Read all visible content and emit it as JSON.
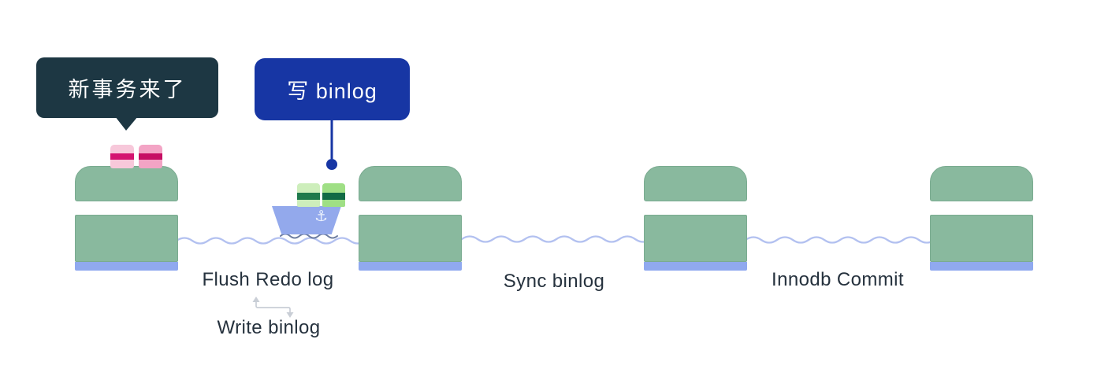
{
  "callouts": {
    "new_transaction": {
      "text": "新事务来了"
    },
    "write_binlog": {
      "text": "写 binlog"
    }
  },
  "stages": {
    "flush_redo": "Flush Redo log",
    "write_binlog": "Write binlog",
    "sync_binlog": "Sync binlog",
    "innodb_commit": "Innodb Commit"
  },
  "boat": {
    "anchor_icon": "⚓"
  },
  "colors": {
    "dark-callout-bg": "#1d3743",
    "blue-callout-bg": "#1736a4",
    "pier-green": "#89b99e",
    "pier-border": "#7aab90",
    "pier-base-blue": "#90a9ef",
    "water-wave": "#b3c1f0",
    "boat-hull": "#93a9ec",
    "boat-wake": "#6d7da0",
    "anchor-color": "#e9effc",
    "cargo-a-bg": "#cdeebb",
    "cargo-a-stripe": "#1f7a4c",
    "cargo-b-bg": "#9fdf85",
    "cargo-b-stripe": "#116b45",
    "parcel-a-bg": "#f7c8da",
    "parcel-a-stripe": "#d41470",
    "parcel-b-bg": "#f3a4c5",
    "parcel-b-stripe": "#c60e63",
    "label-text": "#26323e",
    "swap-arrow": "#c9ced6"
  }
}
